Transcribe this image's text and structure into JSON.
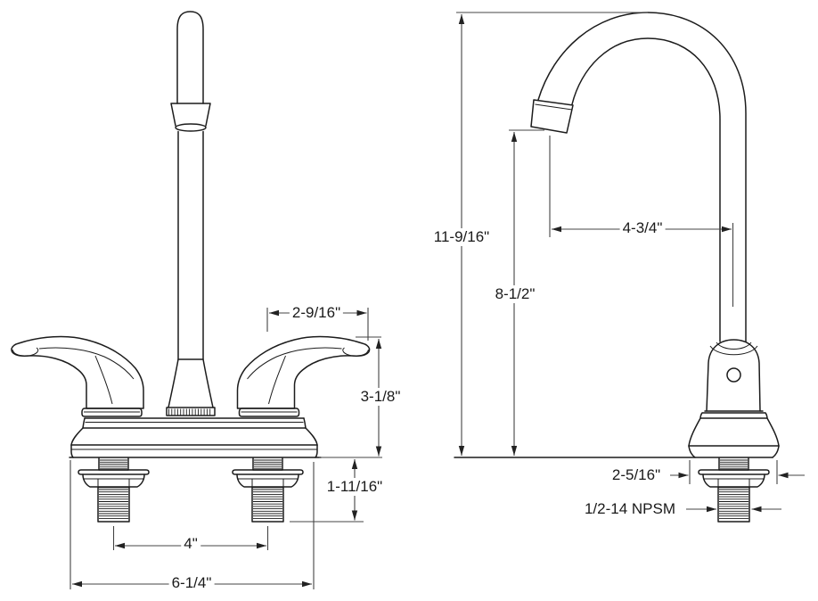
{
  "diagram": {
    "type": "technical-drawing",
    "colors": {
      "line": "#1c1c1c",
      "dimension_line": "#444444",
      "background": "#ffffff"
    },
    "front_view": {
      "dimensions": {
        "handle_span": "2-9/16\"",
        "handle_height": "3-1/8\"",
        "deck_thickness": "1-11/16\"",
        "faucet_centers": "4\"",
        "base_width": "6-1/4\""
      }
    },
    "side_view": {
      "dimensions": {
        "overall_height": "11-9/16\"",
        "spout_clearance": "8-1/2\"",
        "spout_reach": "4-3/4\"",
        "base_depth": "2-5/16\"",
        "shank_thread": "1/2-14 NPSM"
      }
    }
  }
}
